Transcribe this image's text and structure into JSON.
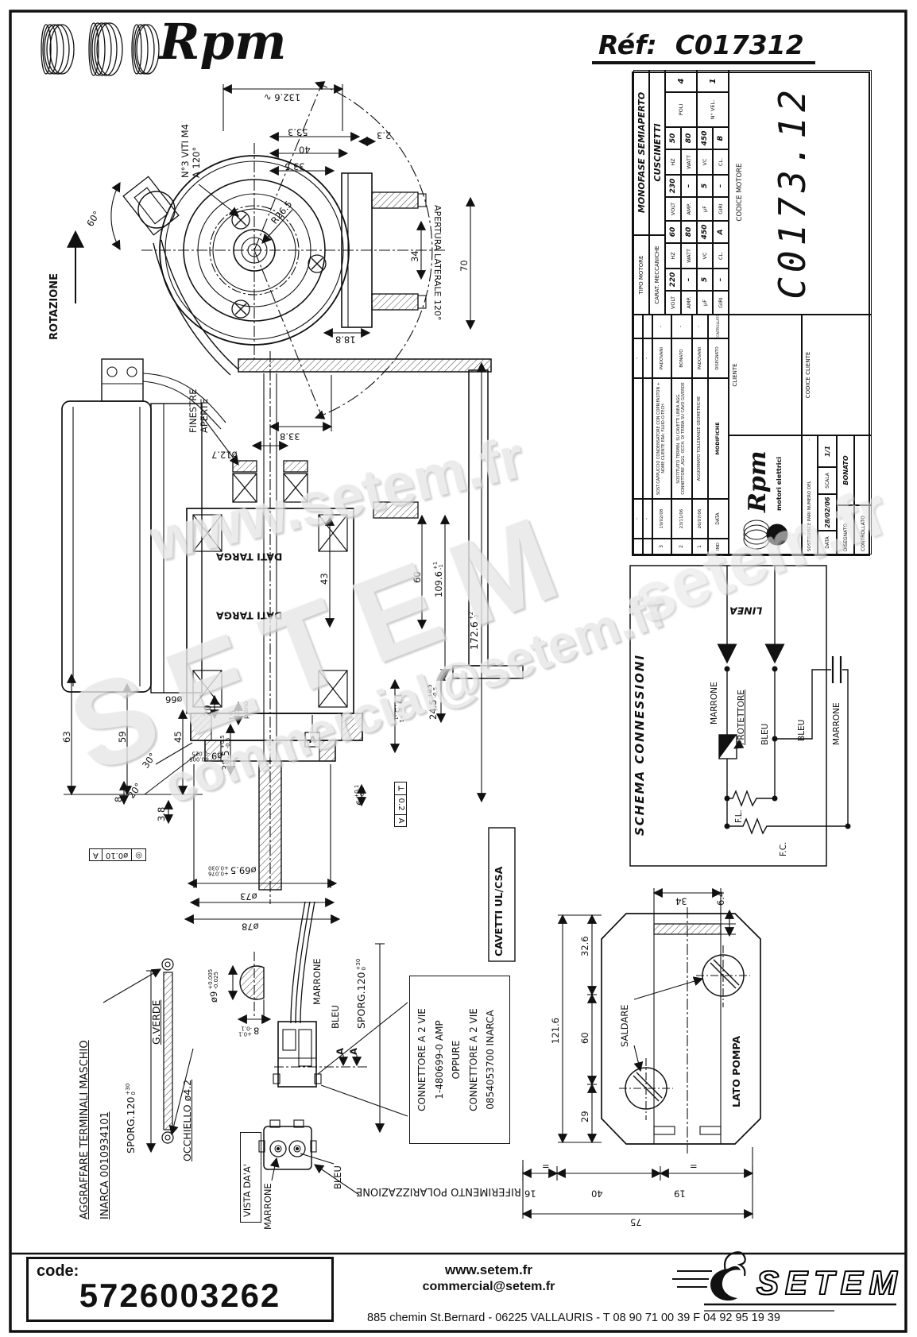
{
  "header": {
    "brand": "Rpm",
    "ref_label": "Réf:",
    "ref_value": "C017312"
  },
  "watermarks": {
    "w1": "www.setem.fr",
    "w2": "SETEM",
    "w3": "commercial@setem.fr",
    "w4": "setem.fr"
  },
  "front_view": {
    "rotazione": "ROTAZIONE",
    "angle_60": "60°",
    "viti_l1": "N°3 VITI M4",
    "viti_l2": "A 120°",
    "radius": "R26.5",
    "dim_132_6": "132.6 ∿",
    "dim_53_3": "53.3",
    "dim_40": "40",
    "dim_33_5": "33.5",
    "dim_2_3": "2.3",
    "dim_34": "34",
    "dim_70": "70",
    "apertura": "APERTURA LATERALE 120°",
    "dim_18_8": "18.8"
  },
  "section_view": {
    "finestre_l1": "FINESTRE",
    "finestre_l2": "APERTE",
    "dati_targa": "DATI TARGA",
    "dim_33_8": "33.8",
    "dim_12_7": "ø12.7",
    "dim_43": "43",
    "dim_60": "60",
    "dim_109_6": "109.6",
    "tol_109_p": "+1",
    "tol_109_m": "-1",
    "dim_172_6": "172.6",
    "tol_172_p": "+2",
    "tol_172_m": "-2",
    "dim_24_5": "24.5",
    "tol_24_p": "+0.5",
    "tol_24_m": "-0.5",
    "dim_17_5": "17.5",
    "tol_17_p": "+1",
    "tol_17_m": "-1",
    "dim_63": "63",
    "dim_59": "59",
    "dim_45": "45",
    "dim_8": "8",
    "ang_30": "30°",
    "ang_20": "20°",
    "dim_3_8": "3.8",
    "dim_66": "ø66",
    "dim_20": "20",
    "dim_15": "15",
    "piano": "piano",
    "dim_38_5": "38.5",
    "tol_38_p": "+0.5",
    "tol_38_m": "-0.5",
    "dim_9": "ø9",
    "tol_9_p": "+0.005",
    "tol_9_m": "-0.025",
    "dim_6": "6",
    "tol_6_p": "+0.1",
    "tol_6_m": "-0.1",
    "fcf_sym": "◎",
    "fcf_tol": "ø0.10",
    "fcf_datum": "A",
    "datum_a": "A",
    "fcf2_sym": "⟂",
    "fcf2_tol": "0.2",
    "fcf2_datum": "A",
    "dim_69_5": "ø69.5",
    "tol_69_p": "+0.076",
    "tol_69_m": "+0.030",
    "dim_73": "ø73",
    "dim_78": "ø78",
    "cavetti": "CAVETTI UL/CSA"
  },
  "left_notes": {
    "line1": "AGGRAFFARE TERMINALI MASCHIO",
    "line2": "INARCA  0010934101",
    "sporg": "SPORG.120",
    "sporg_p": "+30",
    "sporg_m": "0",
    "gverde": "G.VERDE",
    "occhiello": "OCCHIELLO ø4.2"
  },
  "detail_b": {
    "d9": "ø9",
    "d9_p": "+0.005",
    "d9_m": "-0.025",
    "w8": "8",
    "w8_p": "+0.1",
    "w8_m": "-0.1"
  },
  "connector": {
    "marrone": "MARRONE",
    "bleu": "BLEU",
    "sporg": "SPORG.120",
    "sporg_p": "+30",
    "sporg_m": "0",
    "sec": "A",
    "box_l1": "CONNETTORE  A  2 VIE",
    "box_l2": "1-480699-0  AMP",
    "box_l3": "OPPURE",
    "box_l4": "CONNETTORE  A  2 VIE",
    "box_l5": "0854053700 INARCA",
    "vista": "VISTA DA'A'",
    "marrone2": "MARRONE",
    "bleu2": "BLEU",
    "riferimento": "RIFERIMENTO POLARIZZAZIONE"
  },
  "pump_view": {
    "dim_121_6": "121.6",
    "dim_32_6": "32.6",
    "dim_60": "60",
    "dim_29": "29",
    "dim_34": "34",
    "dim_6_4": "6.4",
    "saldare": "SALDARE",
    "lato": "LATO POMPA",
    "dim_19": "19",
    "dim_40": "40",
    "dim_16": "16",
    "dim_75": "75",
    "eq": "="
  },
  "schema": {
    "title": "SCHEMA CONNESSIONI",
    "linea": "LINEA",
    "marrone1": "MARRONE",
    "protettore": "PROTETTORE",
    "bleu1": "BLEU",
    "bleu2": "BLEU",
    "marrone2": "MARRONE",
    "fl": "F.L.",
    "fc": "F.C."
  },
  "title_block": {
    "dash": "–",
    "revisions": [
      {
        "ind": "3",
        "date": "19/02/08",
        "text": "SOST.CAPPUCCIO CONDENSATORE CON COPRIFASTON + NOME CLIENTE ERA: FLUID-O-TECH",
        "by": "PADOVANI",
        "chk": "–"
      },
      {
        "ind": "2",
        "date": "23/11/06",
        "text": "SOSTITUITO TERMIN. SU CAVETTI LINEA AGG. CONNETTORE ,AGG. OCCH. DI TERRA SU CAVO G/VERDE",
        "by": "BONATO",
        "chk": "–"
      },
      {
        "ind": "1",
        "date": "26/07/06",
        "text": "AGGIORNATO TOLLERANZE GEOMETRICHE",
        "by": "PADOVANI",
        "chk": "–"
      }
    ],
    "ind_label": "IND",
    "data_label": "DATA",
    "modifiche_label": "MODIFICHE",
    "disegnato_label": "DISEGNATO",
    "controllato_label": "CONTROLLATO",
    "tipo_label": "TIPO MOTORE",
    "tipo_value": "MONOFASE SEMIAPERTO",
    "carat_label": "CARAT. MECCANICHE",
    "carat_value": "CUSCINETTI",
    "elec": {
      "volt": "VOLT",
      "hz": "HZ",
      "amp": "AMP.",
      "watt": "WATT",
      "uf": "µF",
      "vc": "VC",
      "giri": "GIRI",
      "cl": "CL.",
      "v1": "220",
      "hz1": "60",
      "v2": "230",
      "hz2": "50",
      "a1": "–",
      "w1": "80",
      "a2": "–",
      "w2": "80",
      "uf1": "5",
      "vc1": "450",
      "uf2": "5",
      "vc2": "450",
      "g1": "–",
      "cl1": "A",
      "g2": "–",
      "cl2": "B",
      "poli_label": "POLI",
      "poli_value": "4",
      "nvel_label": "N° VEL.",
      "nvel_value": "1"
    },
    "brand": "Rpm",
    "brand_sub": "motori elettrici",
    "sostituisce_label": "SOSTITUISCE PARI NUMERO DEL",
    "sostituisce_value": "–",
    "data2_label": "DATA",
    "data_value": "28/02/06",
    "scala_label": "SCALA",
    "scala_value": "1/1",
    "disegnato_value": "BONATO",
    "controllato_value": "",
    "cliente_label": "CLIENTE",
    "codice_cliente_label": "CODICE CLIENTE",
    "codice_motore_label": "CODICE MOTORE",
    "codice_motore_value": "C0173.12"
  },
  "footer": {
    "code_label": "code:",
    "code_value": "5726003262",
    "url": "www.setem.fr",
    "email": "commercial@setem.fr",
    "brand": "SETEM",
    "address": "885 chemin St.Bernard  -  06225 VALLAURIS  -  T 08 90 71 00 39   F 04 92 95 19 39"
  }
}
